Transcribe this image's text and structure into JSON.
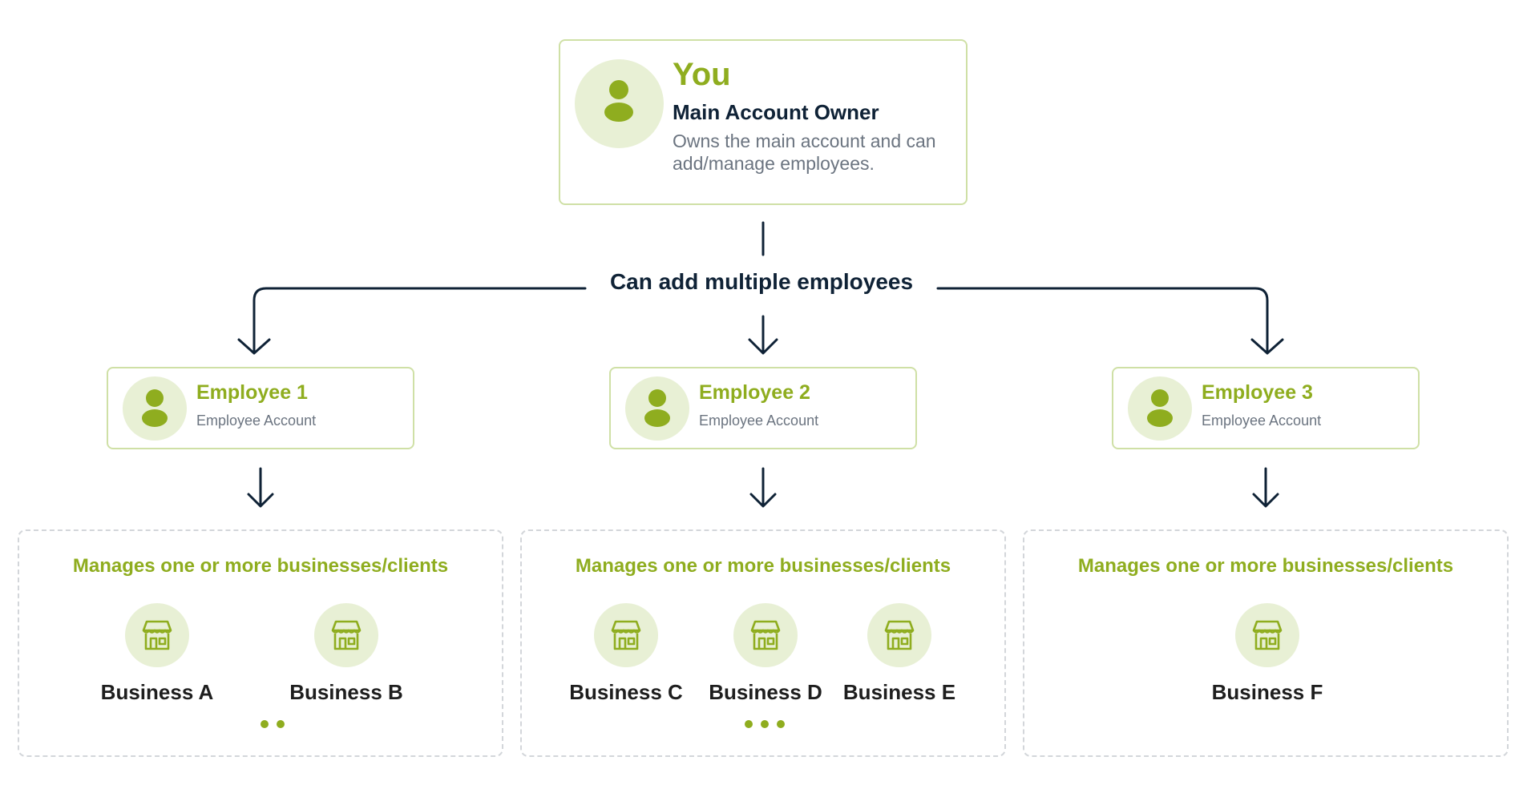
{
  "owner": {
    "title": "You",
    "role": "Main Account Owner",
    "description": "Owns the main account and can add/manage employees."
  },
  "connector_label": "Can add multiple employees",
  "employees": [
    {
      "name": "Employee 1",
      "subtitle": "Employee Account"
    },
    {
      "name": "Employee 2",
      "subtitle": "Employee Account"
    },
    {
      "name": "Employee 3",
      "subtitle": "Employee Account"
    }
  ],
  "business_groups": [
    {
      "heading": "Manages one or more businesses/clients",
      "businesses": [
        "Business A",
        "Business B"
      ],
      "more_dots": 2
    },
    {
      "heading": "Manages one or more businesses/clients",
      "businesses": [
        "Business C",
        "Business D",
        "Business E"
      ],
      "more_dots": 3
    },
    {
      "heading": "Manages one or more businesses/clients",
      "businesses": [
        "Business F"
      ],
      "more_dots": 0
    }
  ],
  "colors": {
    "accent": "#8fad1f",
    "accent_bg": "#e8f0d5",
    "card_border": "#cfe0a6",
    "text_dark": "#0f2236",
    "text_muted": "#6b7480",
    "dashed_border": "#d3d6da"
  },
  "icons": {
    "owner": "user-icon",
    "employee": "user-icon",
    "business": "storefront-icon"
  }
}
